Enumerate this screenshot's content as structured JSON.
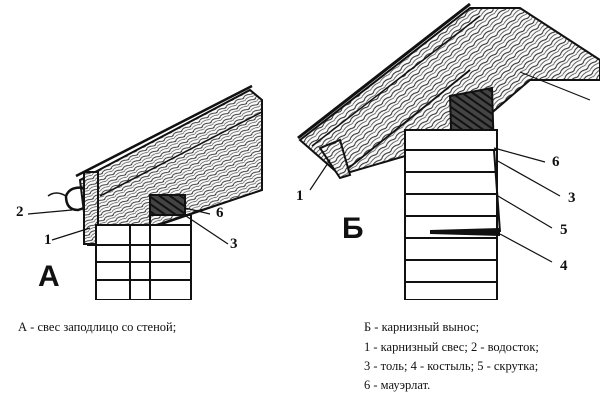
{
  "figure_a": {
    "letter": "А",
    "labels": {
      "n1": "1",
      "n2": "2",
      "n3": "3",
      "n6": "6"
    }
  },
  "figure_b": {
    "letter": "Б",
    "labels": {
      "n1": "1",
      "n3": "3",
      "n4": "4",
      "n5": "5",
      "n6": "6"
    }
  },
  "captions": {
    "left": "А - свес заподлицо со стеной;",
    "right_1": "Б - карнизный вынос;",
    "right_2": "1 - карнизный свес; 2 - водосток;",
    "right_3": "3 - толь; 4 - костыль; 5 - скрутка;",
    "right_4": "6 - мауэрлат."
  }
}
